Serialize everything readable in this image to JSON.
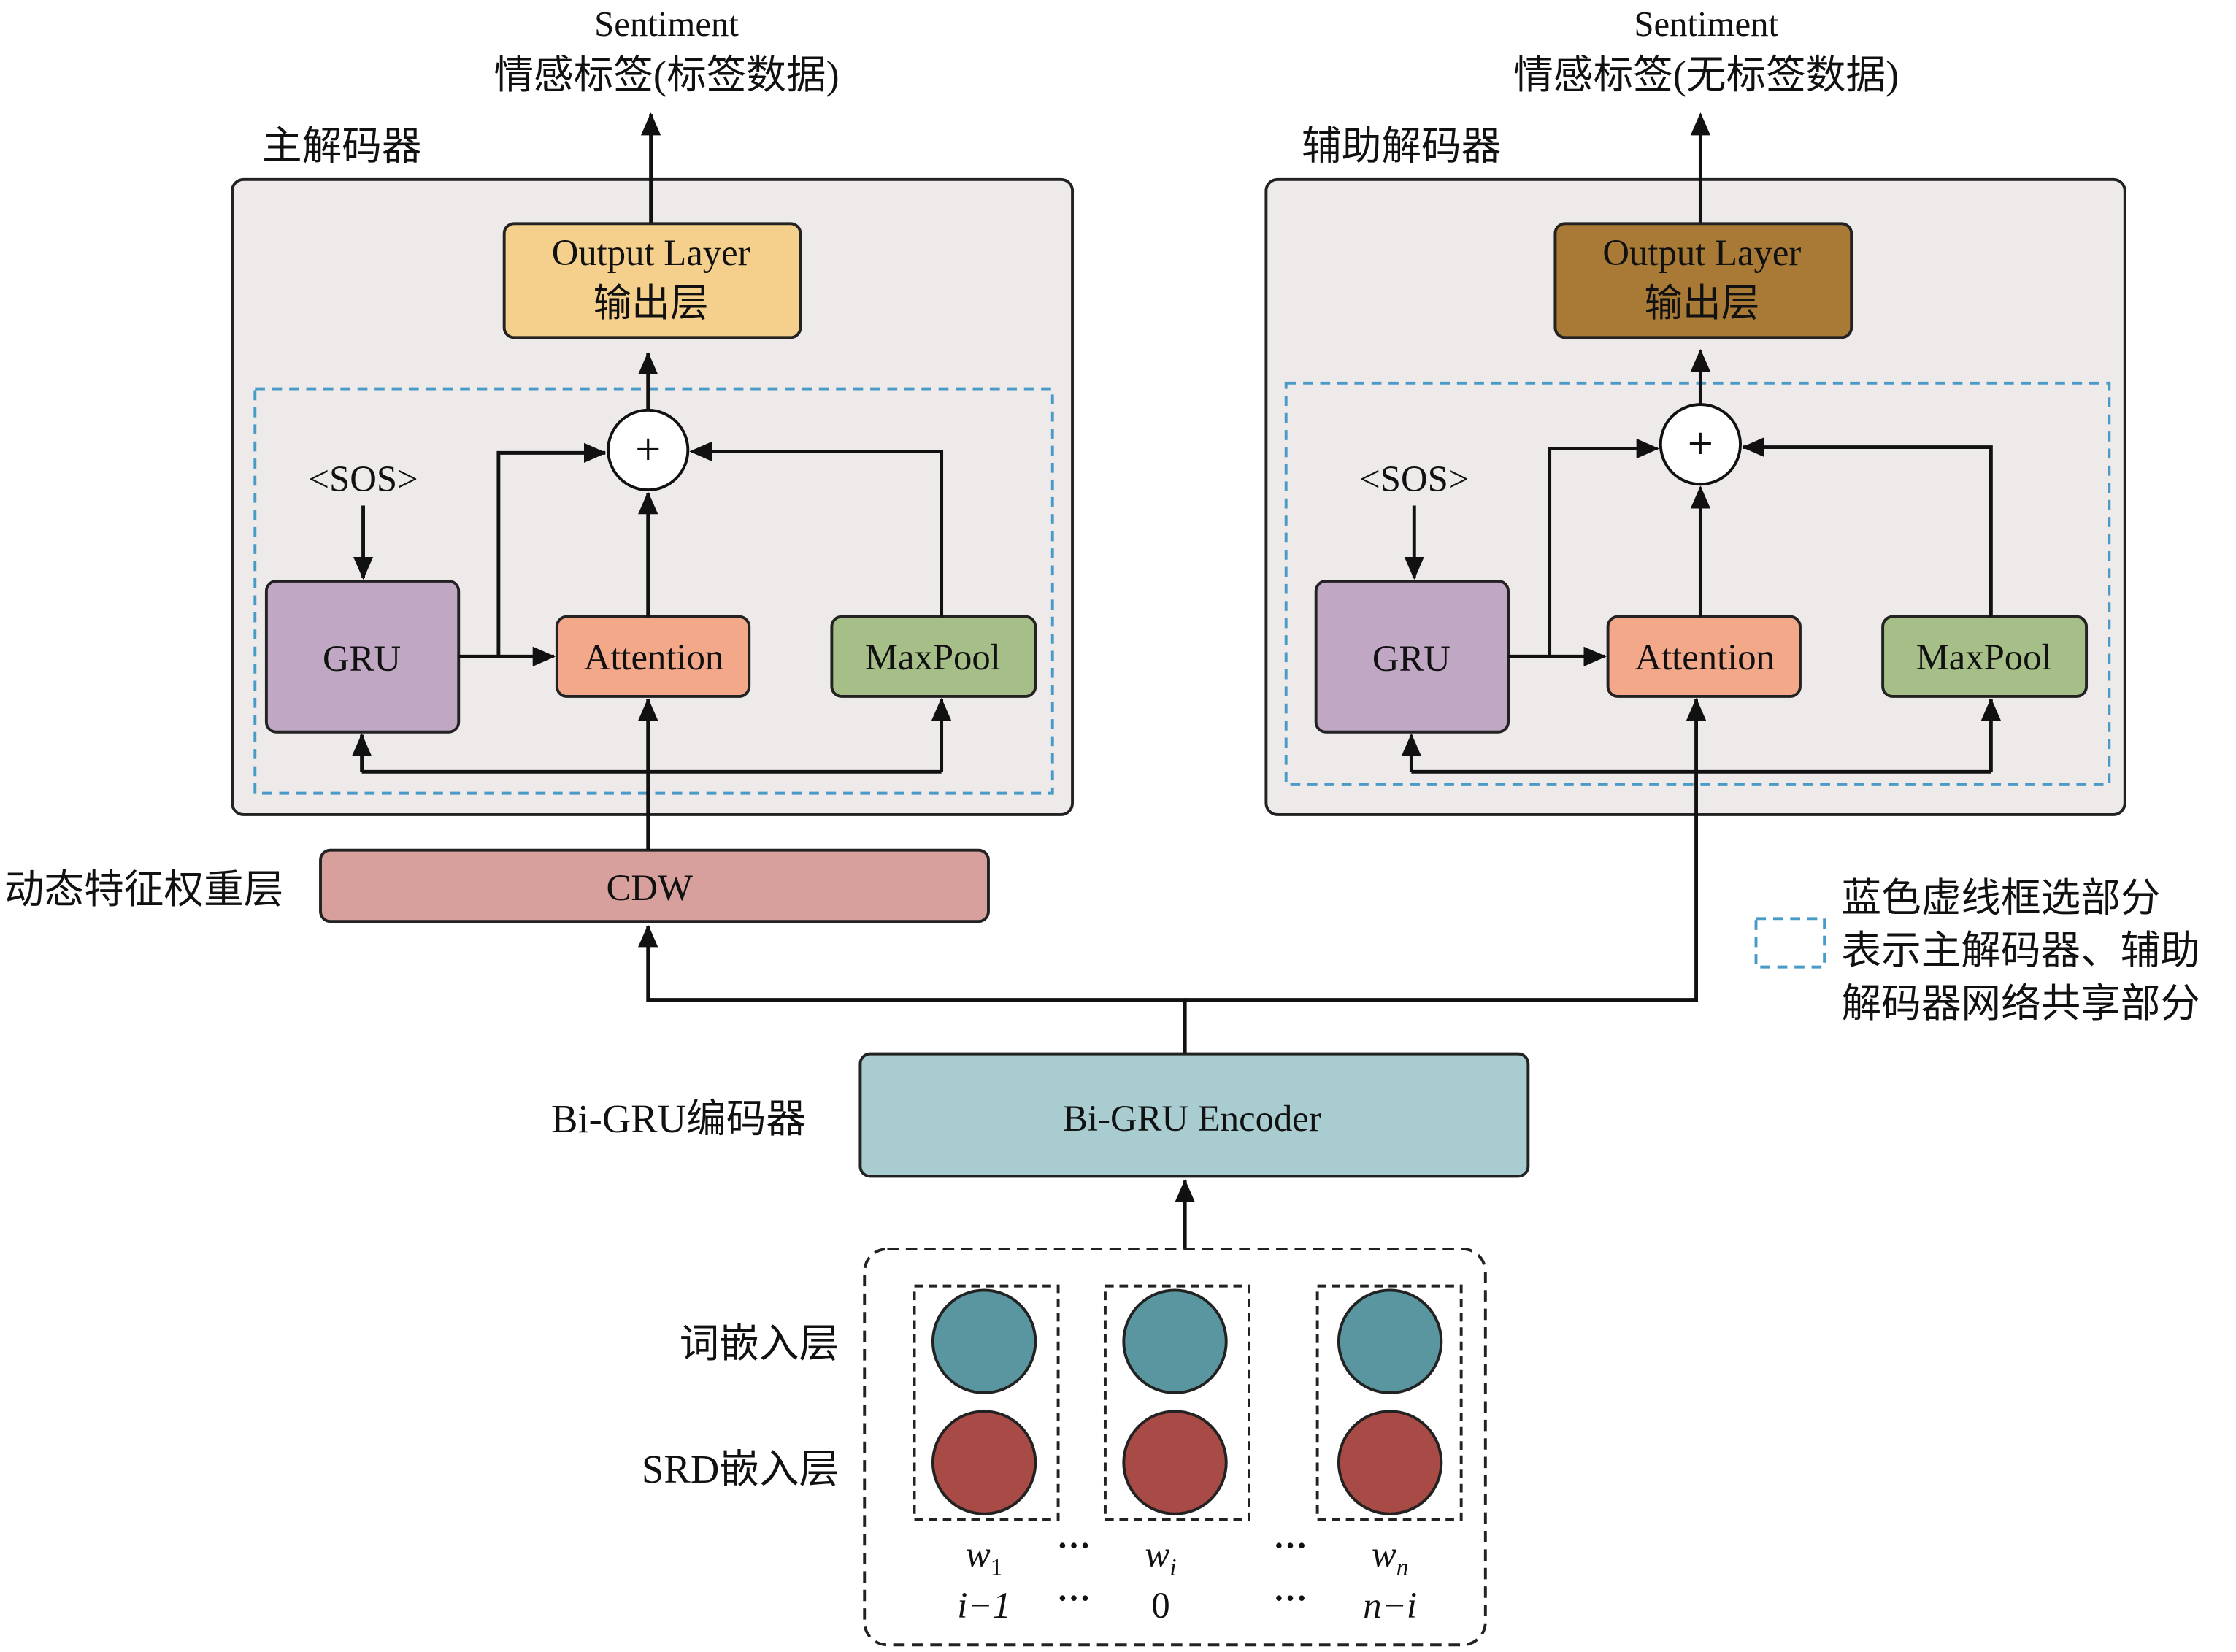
{
  "main_decoder": {
    "title": "主解码器",
    "output_en": "Sentiment",
    "output_cn": "情感标签(标签数据)",
    "output_layer_en": "Output Layer",
    "output_layer_cn": "输出层",
    "sos": "<SOS>",
    "gru": "GRU",
    "attention": "Attention",
    "maxpool": "MaxPool",
    "plus": "+"
  },
  "aux_decoder": {
    "title": "辅助解码器",
    "output_en": "Sentiment",
    "output_cn": "情感标签(无标签数据)",
    "output_layer_en": "Output Layer",
    "output_layer_cn": "输出层",
    "sos": "<SOS>",
    "gru": "GRU",
    "attention": "Attention",
    "maxpool": "MaxPool",
    "plus": "+"
  },
  "cdw": {
    "side_label": "动态特征权重层",
    "label": "CDW"
  },
  "encoder": {
    "side_label": "Bi-GRU编码器",
    "label": "Bi-GRU Encoder"
  },
  "legend": {
    "line1": "蓝色虚线框选部分",
    "line2": "表示主解码器、辅助",
    "line3": "解码器网络共享部分"
  },
  "embedding": {
    "word_label": "词嵌入层",
    "srd_label": "SRD嵌入层",
    "ellipsis": "···",
    "tokens": [
      {
        "w": "w",
        "sub": "1",
        "pos": "i−1"
      },
      {
        "w": "w",
        "sub": "i",
        "pos": "0"
      },
      {
        "w": "w",
        "sub": "n",
        "pos": "n−i"
      }
    ]
  },
  "colors": {
    "panel_bg": "#eeeaea",
    "output_main": "#f5d08c",
    "output_aux": "#a87a36",
    "gru": "#c0a8c4",
    "attention": "#f2a889",
    "maxpool": "#a6bf88",
    "cdw": "#d8a09c",
    "encoder": "#a8ccd0",
    "word_circle": "#5996a0",
    "srd_circle": "#a84a46",
    "shared_dash": "#4a9ac8"
  }
}
